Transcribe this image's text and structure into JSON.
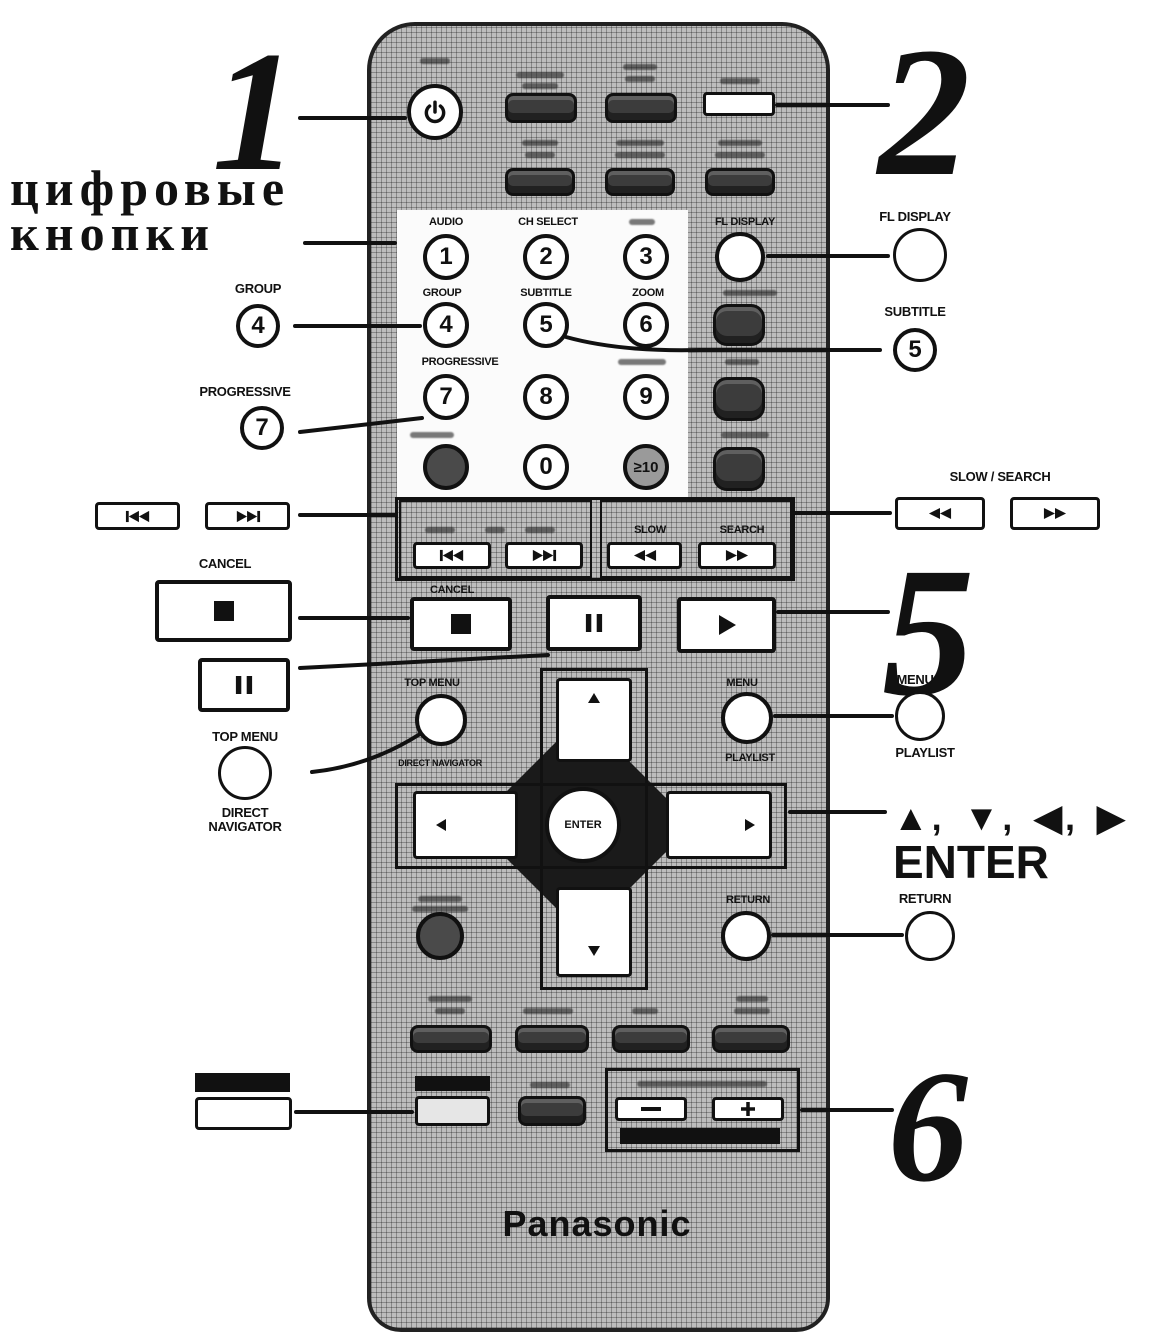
{
  "colors": {
    "ink": "#111111",
    "remote_body": "#bcbcbc",
    "key_dark": "#3c3c3c",
    "paper": "#ffffff"
  },
  "icons": {
    "power": "power-icon",
    "skip_previous": "skip-previous-icon",
    "skip_next": "skip-next-icon",
    "rewind": "rewind-icon",
    "fast_forward": "fast-forward-icon",
    "stop": "stop-icon",
    "pause": "pause-icon",
    "play": "play-icon",
    "up": "arrow-up-icon",
    "down": "arrow-down-icon",
    "left": "arrow-left-icon",
    "right": "arrow-right-icon",
    "volume_down": "minus-icon",
    "volume_up": "plus-icon"
  },
  "callouts": {
    "num_1": "1",
    "num_2": "2",
    "num_5": "5",
    "num_6": "6",
    "digits_caption": [
      "цифровые",
      "кнопки"
    ],
    "group_label": "GROUP",
    "group_key": "4",
    "progressive_label": "PROGRESSIVE",
    "progressive_key": "7",
    "fl_display_label": "FL DISPLAY",
    "subtitle_label": "SUBTITLE",
    "subtitle_key": "5",
    "slow_search_label": "SLOW / SEARCH",
    "cancel_label": "CANCEL",
    "top_menu_label": "TOP MENU",
    "direct_navigator_label": [
      "DIRECT",
      "NAVIGATOR"
    ],
    "menu_label": "MENU",
    "playlist_label": "PLAYLIST",
    "arrows_label": "▲, ▼, ◀, ▶",
    "enter_label": "ENTER",
    "return_label": "RETURN"
  },
  "remote": {
    "brand": "Panasonic",
    "labels": {
      "audio": "AUDIO",
      "ch_select": "CH SELECT",
      "fl_display": "FL DISPLAY",
      "group": "GROUP",
      "subtitle": "SUBTITLE",
      "zoom": "ZOOM",
      "progressive": "PROGRESSIVE",
      "slow": "SLOW",
      "search": "SEARCH",
      "cancel": "CANCEL",
      "top_menu": "TOP MENU",
      "direct_navigator": "DIRECT NAVIGATOR",
      "menu": "MENU",
      "playlist": "PLAYLIST",
      "return": "RETURN"
    },
    "number_keys": {
      "k1": "1",
      "k2": "2",
      "k3": "3",
      "k4": "4",
      "k5": "5",
      "k6": "6",
      "k7": "7",
      "k8": "8",
      "k9": "9",
      "k0": "0",
      "k10": "≥10"
    },
    "enter": "ENTER"
  }
}
